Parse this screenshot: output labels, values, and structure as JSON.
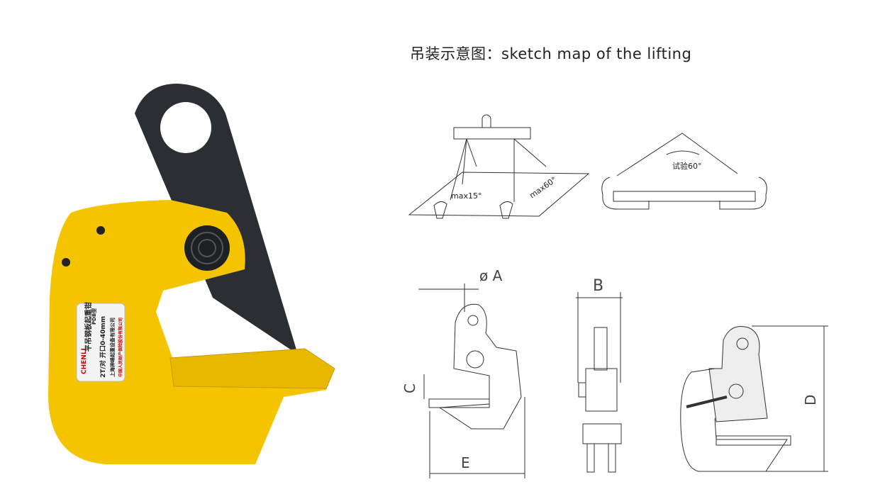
{
  "title": "吊装示意图：sketch map of the lifting",
  "product_label": {
    "name": "平吊钢板起重钳",
    "model": "PDB型",
    "spec_load": "2T/对",
    "spec_opening": "开口0-40mm",
    "manufacturer": "上海神峰起重设备有限公司",
    "insurer": "中国人民财产保险股份有限公司",
    "brand": "CHENLI"
  },
  "sketch": {
    "angle_max15": "max15°",
    "angle_max60": "max60°",
    "test_angle": "试验60°"
  },
  "dimensions": {
    "A": "ø A",
    "B": "B",
    "C": "C",
    "D": "D",
    "E": "E"
  },
  "colors": {
    "body": "#f5c400",
    "cam": "#2b2f33",
    "line": "#333333"
  }
}
